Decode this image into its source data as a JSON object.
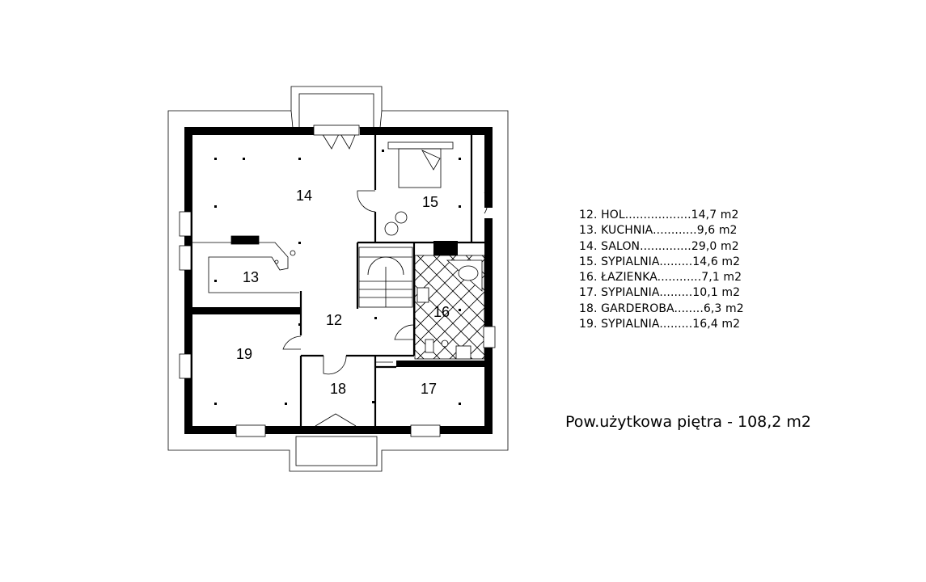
{
  "rooms": [
    {
      "id": "12",
      "label": "12"
    },
    {
      "id": "13",
      "label": "13"
    },
    {
      "id": "14",
      "label": "14"
    },
    {
      "id": "15",
      "label": "15"
    },
    {
      "id": "16",
      "label": "16"
    },
    {
      "id": "17",
      "label": "17"
    },
    {
      "id": "18",
      "label": "18"
    },
    {
      "id": "19",
      "label": "19"
    }
  ],
  "legend": [
    {
      "text": "12. HOL..................14,7 m2"
    },
    {
      "text": "13. KUCHNIA............9,6 m2"
    },
    {
      "text": "14. SALON..............29,0 m2"
    },
    {
      "text": "15. SYPIALNIA.........14,6 m2"
    },
    {
      "text": "16. ŁAZIENKA............7,1 m2"
    },
    {
      "text": "17. SYPIALNIA.........10,1 m2"
    },
    {
      "text": "18. GARDEROBA........6,3 m2"
    },
    {
      "text": "19. SYPIALNIA.........16,4 m2"
    }
  ],
  "total_area": "Pow.użytkowa piętra - 108,2 m2"
}
